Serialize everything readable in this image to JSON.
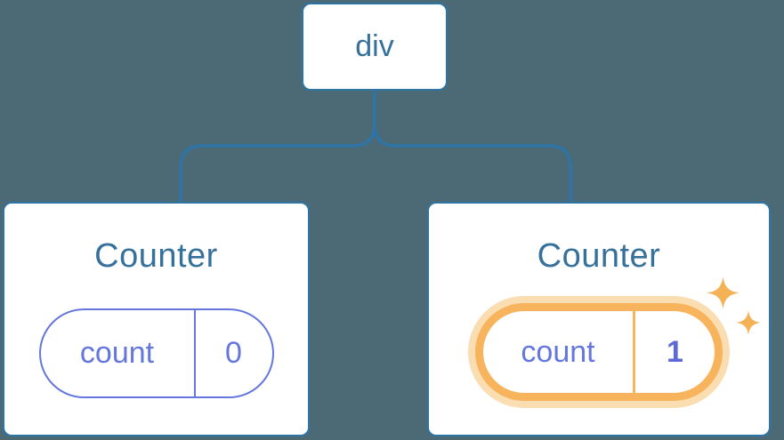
{
  "diagram": {
    "description": "React component tree with state",
    "background_color": "#4C6A75",
    "colors": {
      "connector_blue": "#2E74A5",
      "node_text_blue": "#35719B",
      "state_purple": "#6577DC",
      "state_value_purple": "#5F68D4",
      "highlight_orange": "#F7B45C",
      "highlight_glow": "#FBDDB2",
      "sparkle_orange": "#F5B156",
      "card_background": "#FFFFFF"
    }
  },
  "tree": {
    "root": {
      "label": "div"
    },
    "children": [
      {
        "title": "Counter",
        "state": {
          "key": "count",
          "value": "0"
        },
        "highlighted": false
      },
      {
        "title": "Counter",
        "state": {
          "key": "count",
          "value": "1"
        },
        "highlighted": true
      }
    ]
  }
}
